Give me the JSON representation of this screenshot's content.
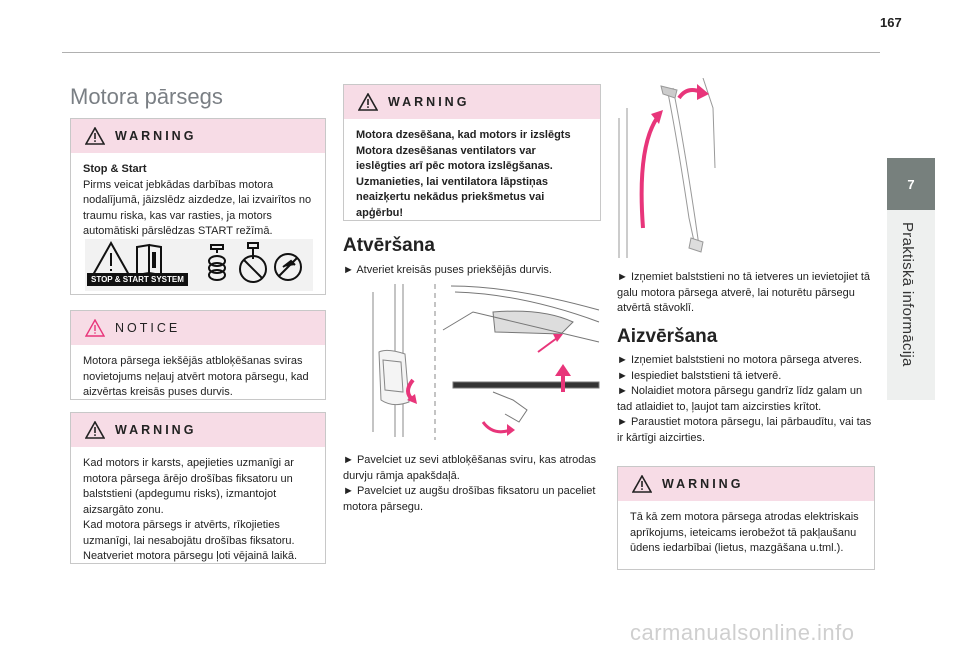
{
  "page": {
    "number": "167"
  },
  "chapter": {
    "number": "7",
    "title": "Praktiskā informācija"
  },
  "section": {
    "title": "Motora pārsegs"
  },
  "warning1": {
    "label": "WARNING",
    "title": "Stop & Start",
    "body": "Pirms veicat jebkādas darbības motora nodalījumā, jāizslēdz aizdedze, lai izvairītos no traumu riska, kas var rasties, ja motors automātiski pārslēdzas START režīmā.",
    "badge": "STOP & START SYSTEM"
  },
  "notice1": {
    "label": "NOTICE",
    "body": "Motora pārsega iekšējās atbloķēšanas sviras novietojums neļauj atvērt motora pārsegu, kad aizvērtas kreisās puses durvis."
  },
  "warning2": {
    "label": "WARNING",
    "body1": "Kad motors ir karsts, apejieties uzmanīgi ar motora pārsega ārējo drošības fiksatoru un balststieni (apdegumu risks), izmantojot aizsargāto zonu.",
    "body2": "Kad motora pārsegs ir atvērts, rīkojieties uzmanīgi, lai nesabojātu drošības fiksatoru. Neatveriet motora pārsegu ļoti vējainā laikā."
  },
  "warning3": {
    "label": "WARNING",
    "body": "Motora dzesēšana, kad motors ir izslēgts Motora dzesēšanas ventilators var ieslēgties arī pēc motora izslēgšanas. Uzmanieties, lai ventilatora lāpstiņas neaizķertu nekādus priekšmetus vai apģērbu!"
  },
  "opening": {
    "title": "Atvēršana",
    "step1": "► Atveriet kreisās puses priekšējās durvis.",
    "step2": "► Pavelciet uz sevi atbloķēšanas sviru, kas atrodas durvju rāmja apakšdaļā.",
    "step3": "► Pavelciet uz augšu drošības fiksatoru un paceliet motora pārsegu."
  },
  "strut": {
    "step": "► Izņemiet balststieni no tā ietveres un ievietojiet tā galu motora pārsega atverē, lai noturētu pārsegu atvērtā stāvoklī."
  },
  "closing": {
    "title": "Aizvēršana",
    "step1": "► Izņemiet balststieni no motora pārsega atveres.",
    "step2": "► Iespiediet balststieni tā ietverē.",
    "step3": "► Nolaidiet motora pārsegu gandrīz līdz galam un tad atlaidiet to, ļaujot tam aizcirsties krītot.",
    "step4": "► Paraustiet motora pārsegu, lai pārbaudītu, vai tas ir kārtīgi aizcirties."
  },
  "warning4": {
    "label": "WARNING",
    "body": "Tā kā zem motora pārsega atrodas elektriskais aprīkojums, ieteicams ierobežot tā pakļaušanu ūdens iedarbībai (lietus, mazgāšana u.tml.)."
  },
  "footer": {
    "watermark": "carmanualsonline.info"
  },
  "colors": {
    "accent_pink": "#f7dce6",
    "arrow_pink": "#e8357a",
    "tab_gray": "#77807d"
  }
}
